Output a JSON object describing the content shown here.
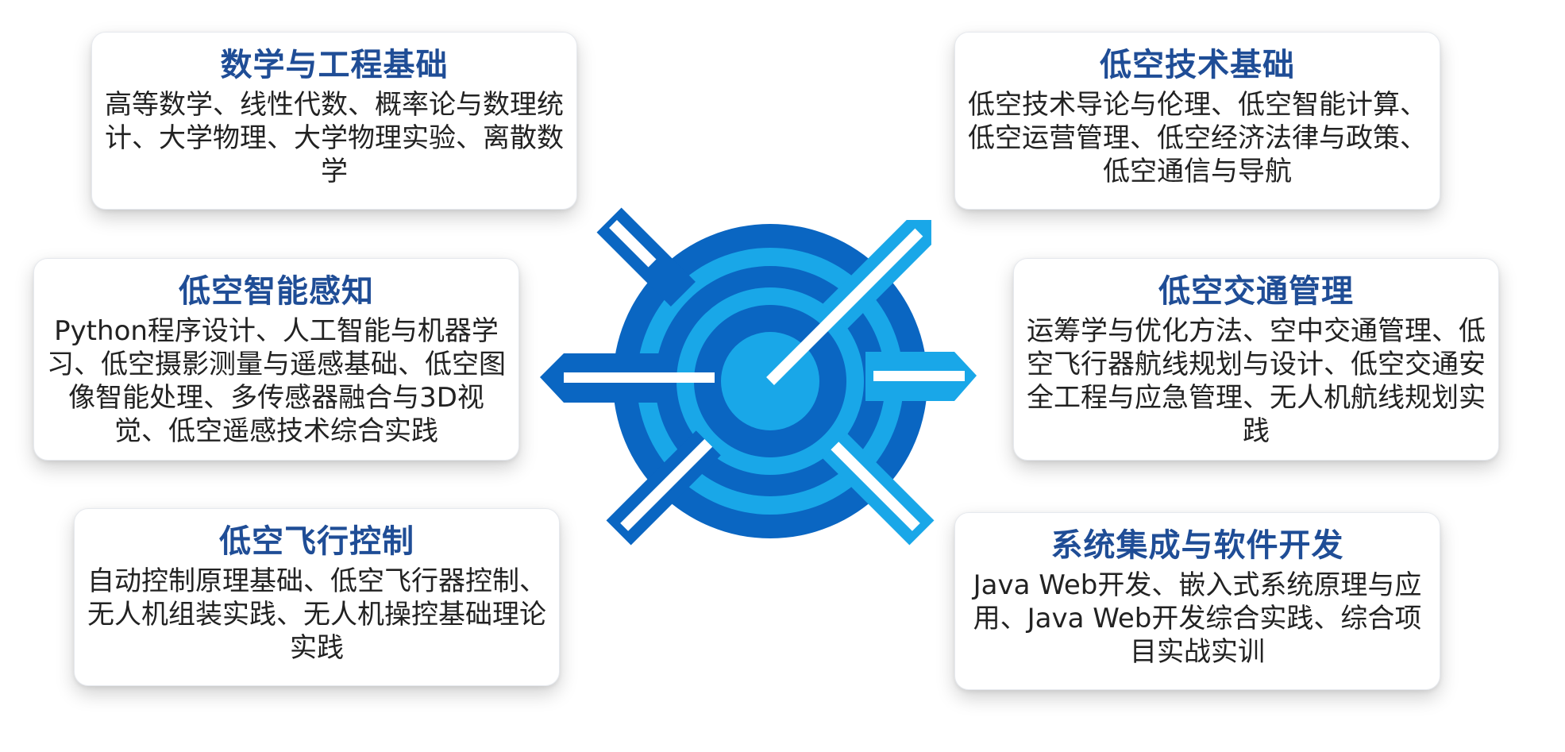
{
  "colors": {
    "title": "#1f4d96",
    "body_text": "#222222",
    "emblem_dark": "#0a66c2",
    "emblem_light": "#19a7e8"
  },
  "emblem_icon": "target-compass-icon",
  "cards": {
    "math": {
      "title": "数学与工程基础",
      "body": "高等数学、线性代数、概率论与数理统计、大学物理、大学物理实验、离散数学"
    },
    "lowalt_tech": {
      "title": "低空技术基础",
      "body": "低空技术导论与伦理、低空智能计算、低空运营管理、低空经济法律与政策、低空通信与导航"
    },
    "perception": {
      "title": "低空智能感知",
      "body": "Python程序设计、人工智能与机器学习、低空摄影测量与遥感基础、低空图像智能处理、多传感器融合与3D视觉、低空遥感技术综合实践"
    },
    "traffic": {
      "title": "低空交通管理",
      "body": "运筹学与优化方法、空中交通管理、低空飞行器航线规划与设计、低空交通安全工程与应急管理、无人机航线规划实践"
    },
    "flight_control": {
      "title": "低空飞行控制",
      "body": "自动控制原理基础、低空飞行器控制、无人机组装实践、无人机操控基础理论实践"
    },
    "integration": {
      "title": "系统集成与软件开发",
      "body": "Java Web开发、嵌入式系统原理与应用、Java Web开发综合实践、综合项目实战实训"
    }
  }
}
